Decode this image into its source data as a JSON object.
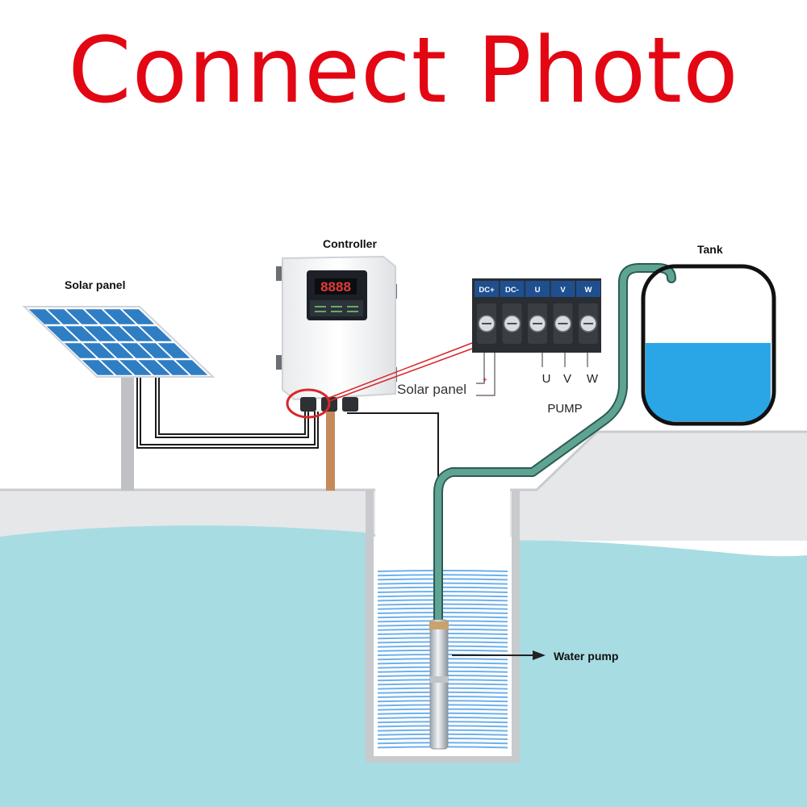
{
  "title": "Connect Photo",
  "labels": {
    "solar_panel": "Solar panel",
    "controller": "Controller",
    "tank": "Tank",
    "water_pump": "Water pump",
    "pump": "PUMP",
    "solar_panel_wire": "Solar panel",
    "plus": "+",
    "minus": "-"
  },
  "terminals": [
    "DC+",
    "DC-",
    "U",
    "V",
    "W"
  ],
  "pump_phases": [
    "U",
    "V",
    "W"
  ],
  "display": "8888",
  "colors": {
    "title": "#e30613",
    "water": "#a8dce3",
    "tank_water": "#2aa6e6",
    "pipe": "#5fa393",
    "ground": "#e6e7e9",
    "panel_cell": "#2f7ec4",
    "highlight": "#d9262a",
    "cable": "#c58a5b"
  }
}
